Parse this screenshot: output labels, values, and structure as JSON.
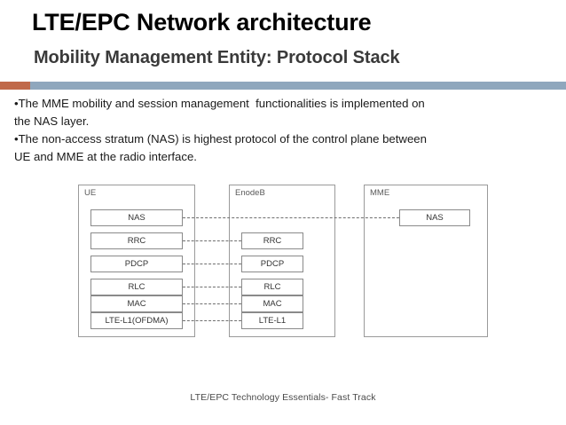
{
  "slide": {
    "title": "LTE/EPC Network architecture",
    "subtitle": "Mobility Management Entity: Protocol Stack",
    "accent_left_color": "#c0694a",
    "accent_right_color": "#8fa7bd",
    "bullets": [
      "•The MME mobility and session management  functionalities is implemented on",
      "the NAS layer.",
      "•The non-access stratum (NAS) is highest protocol of the control plane between",
      "UE and MME at the radio interface."
    ],
    "footer": "LTE/EPC Technology Essentials- Fast Track"
  },
  "diagram": {
    "panels": [
      {
        "label": "UE",
        "boxes": [
          "NAS",
          "RRC",
          "PDCP",
          "RLC",
          "MAC",
          "LTE-L1(OFDMA)"
        ]
      },
      {
        "label": "EnodeB",
        "boxes": [
          "RRC",
          "PDCP",
          "RLC",
          "MAC",
          "LTE-L1"
        ]
      },
      {
        "label": "MME",
        "boxes": [
          "NAS"
        ]
      }
    ]
  }
}
